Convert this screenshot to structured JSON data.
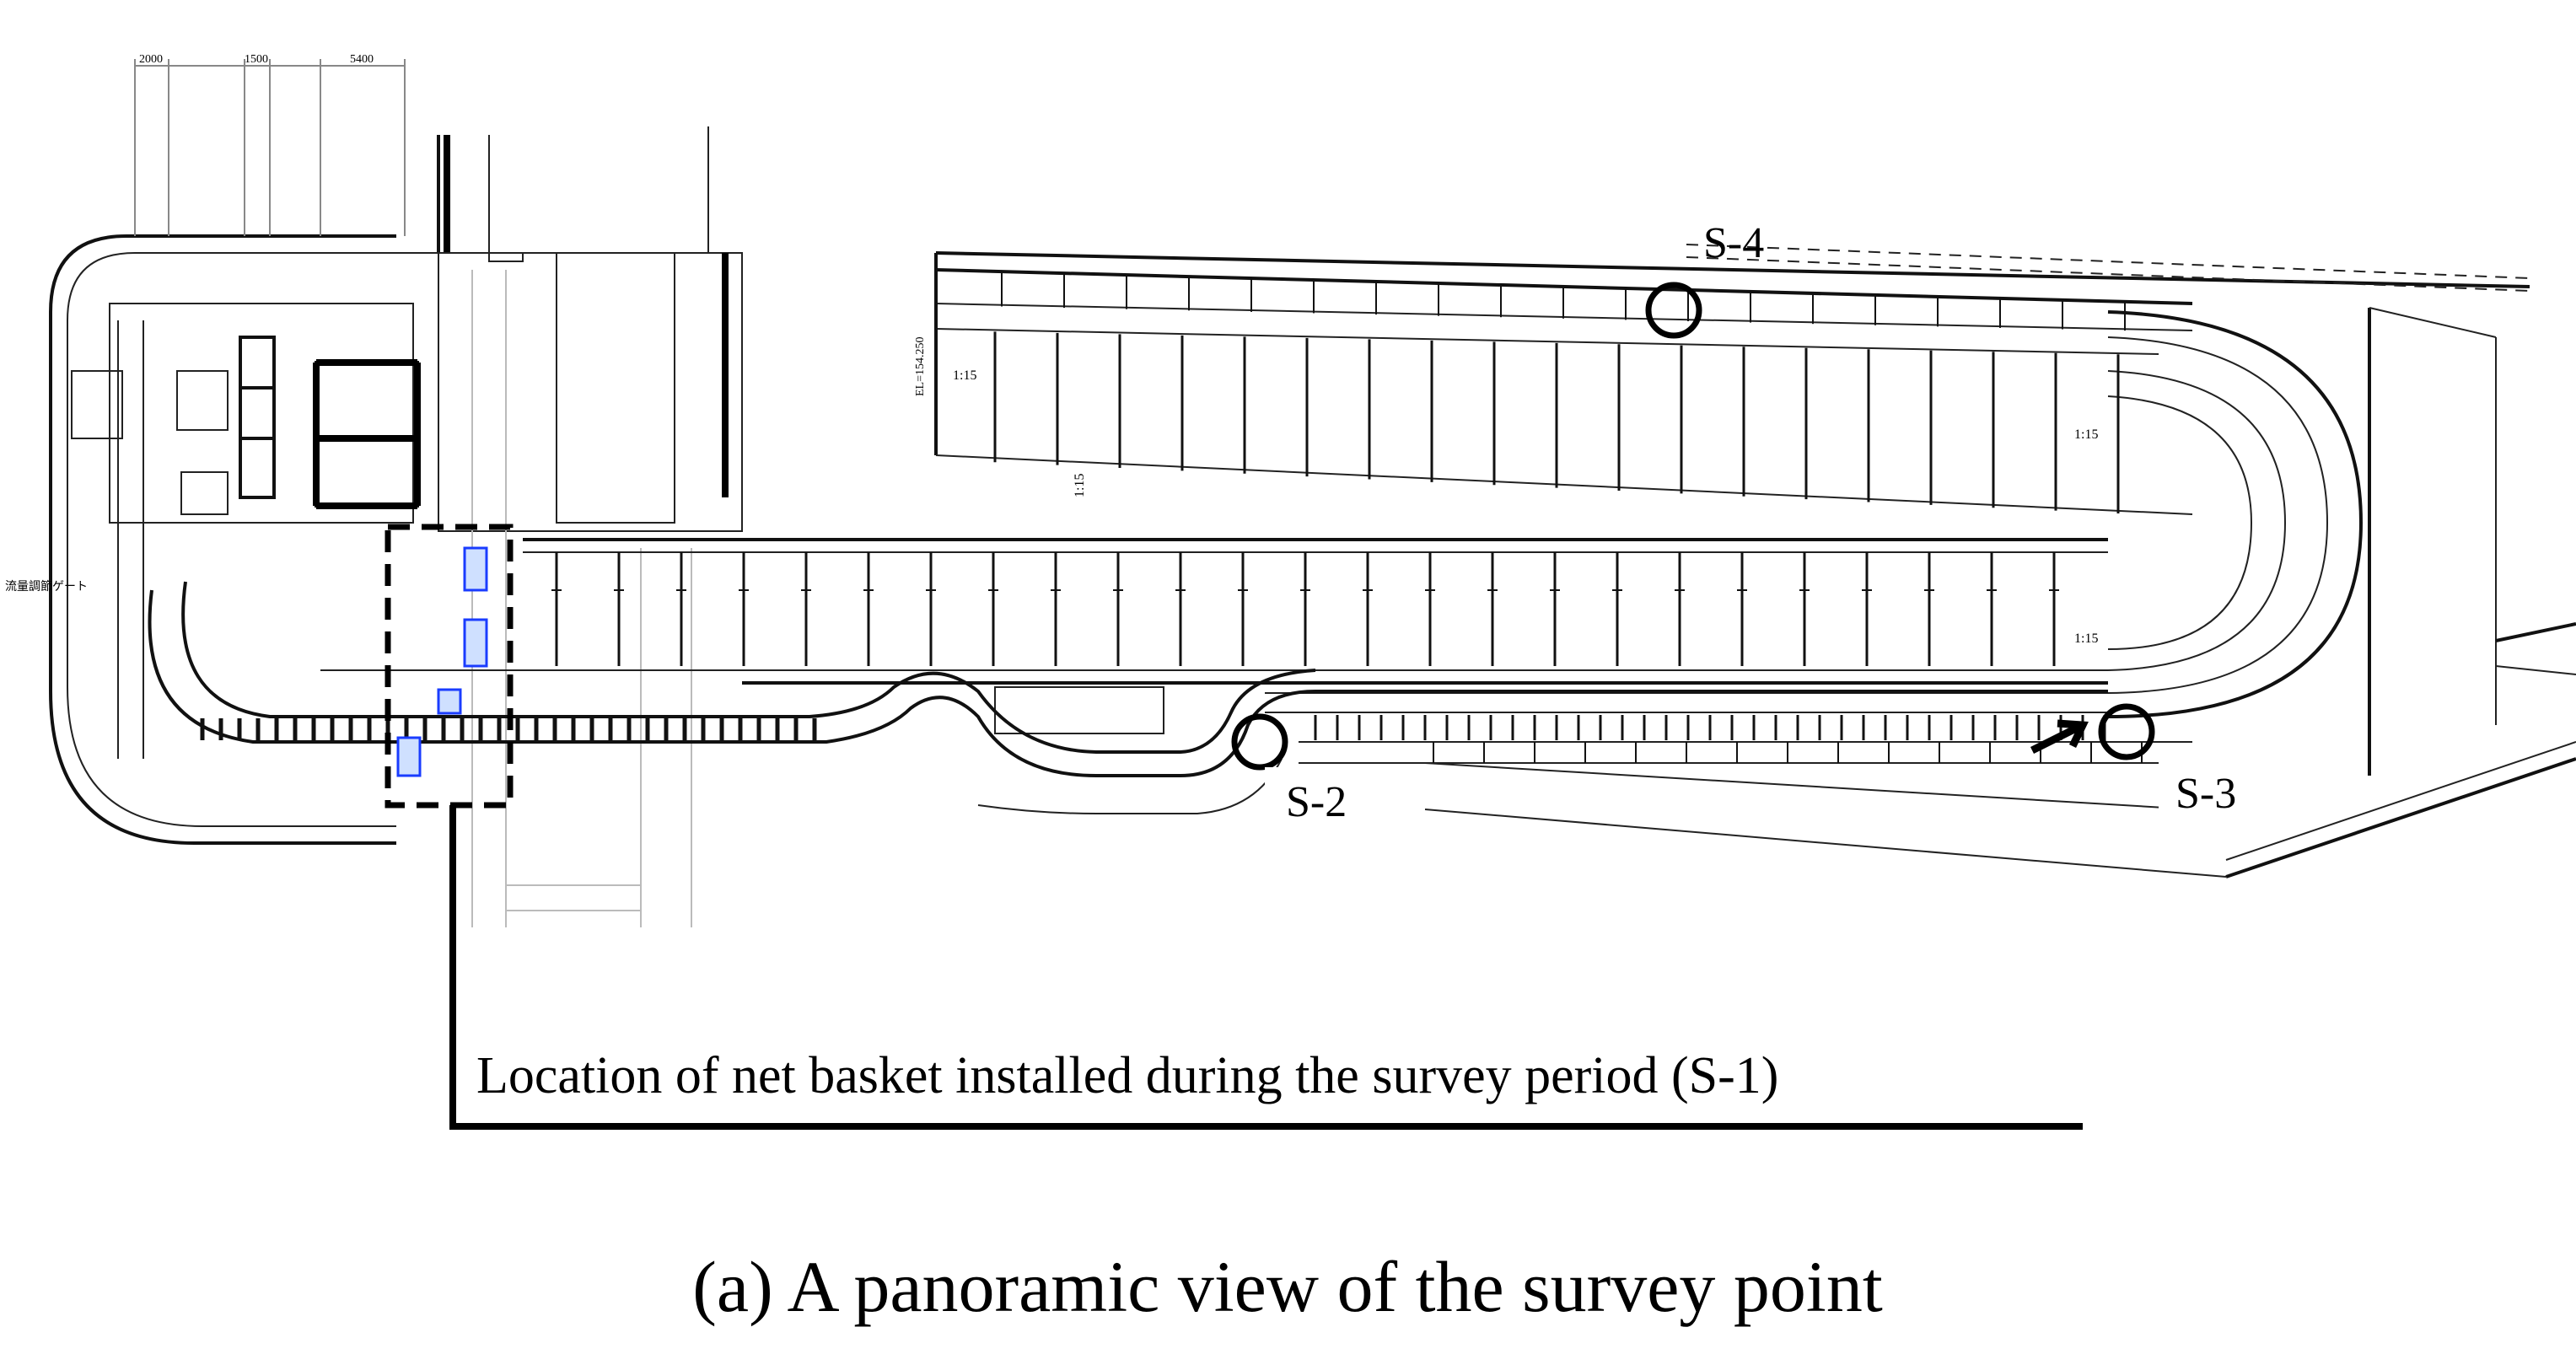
{
  "figure": {
    "caption": "(a) A panoramic view of the survey point",
    "annotation": "Location of net basket installed during the survey period (S-1)",
    "dimension_labels": [
      "2000",
      "1500",
      "5400"
    ],
    "slope_labels": [
      "1:15",
      "1:15",
      "1:15",
      "1:15"
    ],
    "elevation_label": "EL=154.250",
    "side_label": "流量調節ゲート",
    "points": [
      {
        "id": "S-2",
        "label": "S-2"
      },
      {
        "id": "S-3",
        "label": "S-3"
      },
      {
        "id": "S-4",
        "label": "S-4"
      }
    ]
  },
  "colors": {
    "line": "#000000",
    "basket": "#1a3cff",
    "basket_fill": "#cfe0ff",
    "drawing_gray": "#888888"
  }
}
